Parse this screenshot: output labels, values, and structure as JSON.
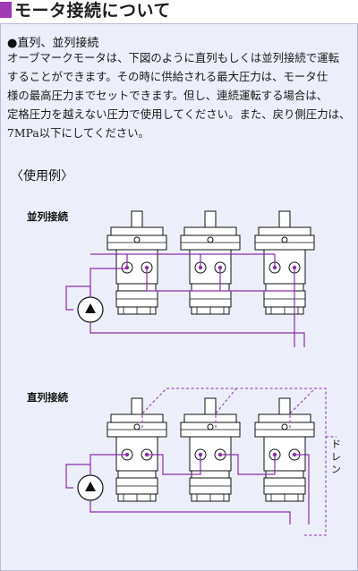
{
  "header": {
    "title": "モータ接続について",
    "accent_color": "#a03ab4"
  },
  "content": {
    "heading": "●直列、並列接続",
    "paragraph_lines": [
      "オーブマークモータは、下図のように直列もしくは並列接続で運転",
      "することができます。その時に供給される最大圧力は、モータ仕",
      "様の最高圧力までセットできます。但し、連続運転する場合は、",
      "定格圧力を越えない圧力で使用してください。また、戻り側圧力は、",
      "7MPa以下にしてください。"
    ],
    "example_label": "〈使用例〉"
  },
  "diagrams": {
    "parallel_label": "並列接続",
    "series_label": "直列接続",
    "drain_label": "ドレン",
    "line_color": "#8a2ea8"
  }
}
